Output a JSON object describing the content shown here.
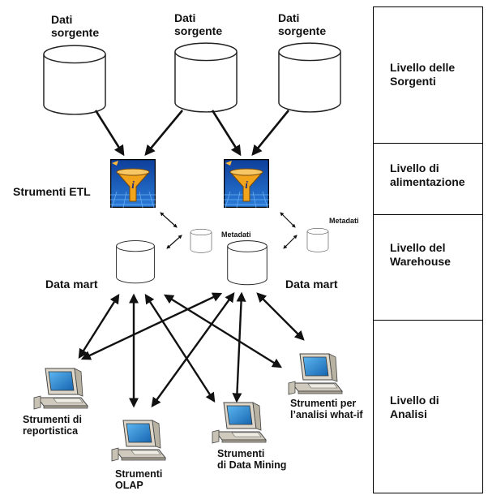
{
  "sources": {
    "source_1": "Dati\nsorgente",
    "source_2": "Dati\nsorgente",
    "source_3": "Dati\nsorgente"
  },
  "etl_label": "Strumenti ETL",
  "metadata_label_1": "Metadati",
  "metadata_label_2": "Metadati",
  "datamart_label_1": "Data mart",
  "datamart_label_2": "Data mart",
  "tools": {
    "reporting": "Strumenti di\nreportistica",
    "olap": "Strumenti\nOLAP",
    "data_mining": "Strumenti\ndi Data Mining",
    "what_if": "Strumenti per\nl’analisi what-if"
  },
  "levels": [
    "Livello delle\nSorgenti",
    "Livello di\nalimentazione",
    "Livello del\nWarehouse",
    "Livello di\nAnalisi"
  ],
  "colors": {
    "etl_blue": "#1d5fc4",
    "etl_dark": "#0b2f7a",
    "funnel_orange": "#f0a020",
    "screen_blue": "#2f8fd6",
    "computer_body": "#d8d4c8"
  }
}
